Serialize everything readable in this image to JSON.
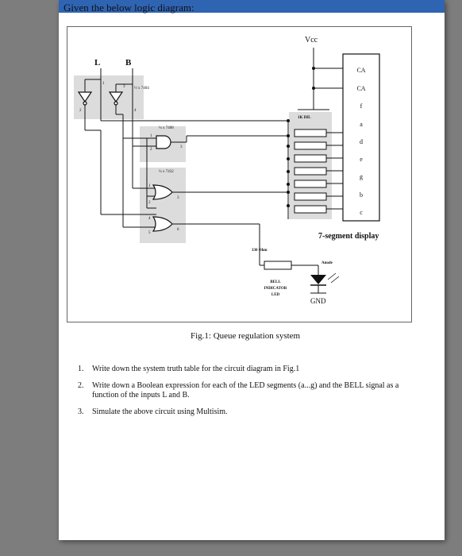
{
  "heading": "Given the below logic diagram:",
  "figure": {
    "caption": "Fig.1: Queue regulation system",
    "labels": {
      "vcc": "Vcc",
      "gnd": "GND",
      "input_l": "L",
      "input_b": "B",
      "chip_7404": "½ x 7404",
      "chip_7408": "¼ x 7408",
      "chip_7432": "¼ x 7432",
      "resistor_dil": "1K DIL",
      "resistor_330": "330 Ohm",
      "anode": "Anode",
      "bell_led": [
        "BELL",
        "INDICATOR",
        "LED"
      ],
      "display_title": "7-segment display",
      "display_pins": [
        "CA",
        "CA",
        "f",
        "a",
        "d",
        "e",
        "g",
        "b",
        "c"
      ],
      "pin_numbers": {
        "inv1_in": "1",
        "inv1_out": "2",
        "inv2_in": "3",
        "inv2_out": "4",
        "and_in1": "1",
        "and_in2": "2",
        "and_out": "3",
        "or1_in1": "1",
        "or1_in2": "2",
        "or1_out": "3",
        "or2_in1": "4",
        "or2_in2": "5",
        "or2_out": "6"
      }
    }
  },
  "questions": [
    {
      "num": "1.",
      "text": "Write down the system truth table for the circuit diagram in Fig.1"
    },
    {
      "num": "2.",
      "text": "Write down a Boolean expression for each of the LED segments (a...g) and the BELL signal as a function of the inputs L and B."
    },
    {
      "num": "3.",
      "text": "Simulate the above circuit using Multisim."
    }
  ]
}
